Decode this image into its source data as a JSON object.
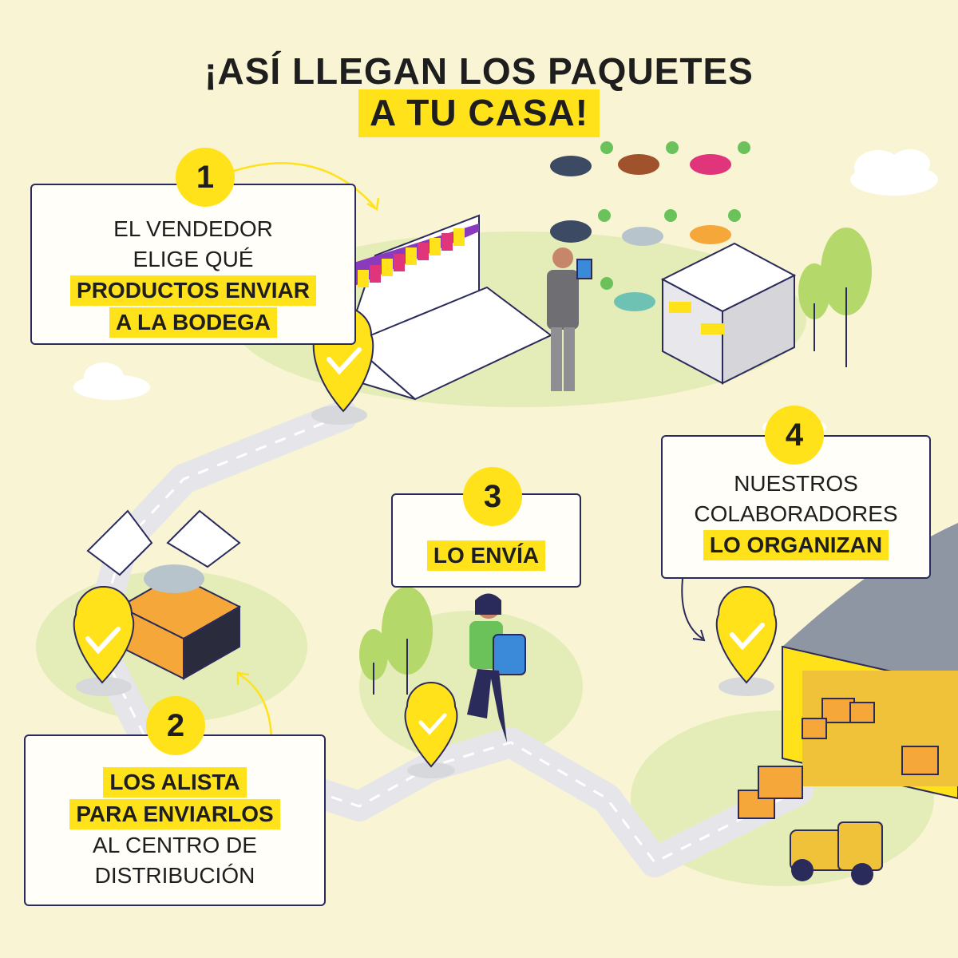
{
  "title": {
    "line1": "¡ASÍ LLEGAN LOS PAQUETES",
    "line2": "A TU CASA!"
  },
  "colors": {
    "background": "#f8f4d4",
    "accent_yellow": "#ffe21a",
    "card_border": "#2a2b5a",
    "ground_green": "#e4ecb8",
    "road": "#e8e8ea"
  },
  "steps": [
    {
      "number": "1",
      "lines": [
        "EL VENDEDOR",
        "ELIGE QUÉ"
      ],
      "highlight": [
        "PRODUCTOS ENVIAR",
        "A LA BODEGA"
      ]
    },
    {
      "number": "2",
      "highlight": [
        "LOS ALISTA",
        "PARA ENVIARLOS"
      ],
      "lines": [
        "AL CENTRO DE",
        "DISTRIBUCIÓN"
      ]
    },
    {
      "number": "3",
      "highlight": [
        "LO ENVÍA"
      ]
    },
    {
      "number": "4",
      "lines": [
        "NUESTROS",
        "COLABORADORES"
      ],
      "highlight": [
        "LO ORGANIZAN"
      ]
    }
  ],
  "icons": [
    "laptop-store-icon",
    "shoe-catalog-icon",
    "store-building-icon",
    "open-box-icon",
    "courier-person-icon",
    "warehouse-icon",
    "forklift-icon",
    "location-pin-icon",
    "check-icon"
  ]
}
